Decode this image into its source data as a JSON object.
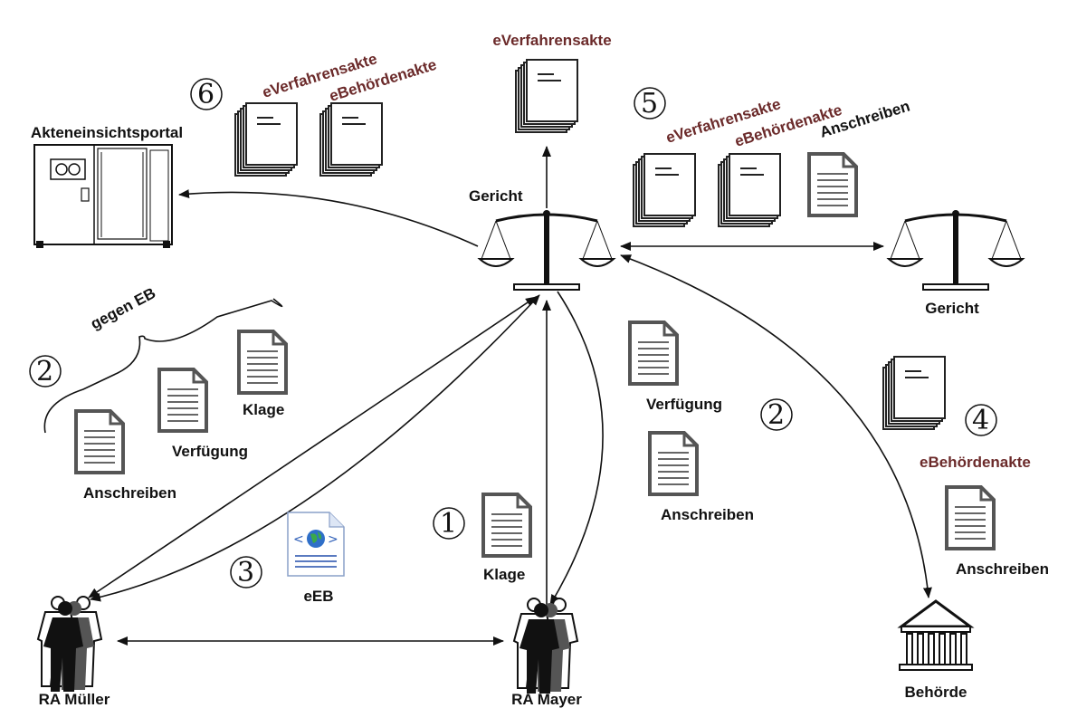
{
  "nodes": {
    "portal": "Akteneinsichtsportal",
    "court_main": "Gericht",
    "court_other": "Gericht",
    "authority": "Behörde",
    "lawyer_mueller": "RA Müller",
    "lawyer_mayer": "RA Mayer"
  },
  "group6": {
    "number": "6",
    "file_a": "eVerfahrensakte",
    "file_b": "eBehördenakte"
  },
  "top": {
    "file": "eVerfahrensakte"
  },
  "group5": {
    "number": "5",
    "file_a": "eVerfahrensakte",
    "file_b": "eBehördenakte",
    "letter": "Anschreiben"
  },
  "group2_left": {
    "number": "2",
    "brace_label": "gegen EB",
    "doc_a": "Anschreiben",
    "doc_b": "Verfügung",
    "doc_c": "Klage"
  },
  "group2_right": {
    "number": "2",
    "doc_a": "Verfügung",
    "doc_b": "Anschreiben"
  },
  "group1": {
    "number": "1",
    "doc": "Klage"
  },
  "group3": {
    "number": "3",
    "doc": "eEB"
  },
  "group4": {
    "number": "4",
    "file": "eBehördenakte",
    "doc": "Anschreiben"
  }
}
